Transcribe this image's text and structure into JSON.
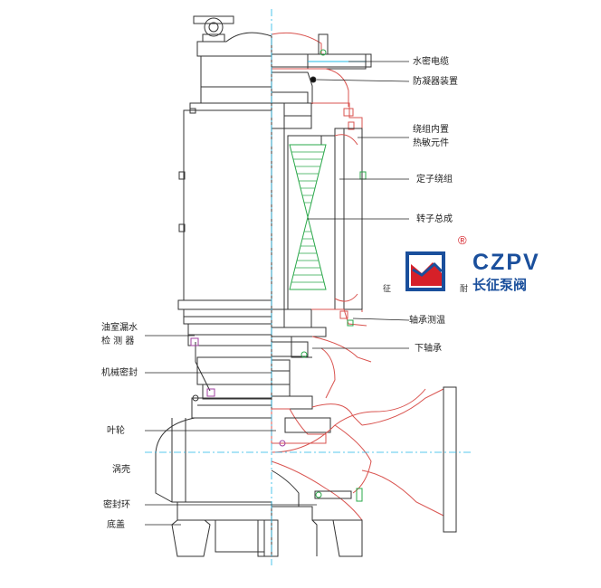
{
  "labels_right": [
    {
      "text": "水密电缆"
    },
    {
      "text": "防凝器装置"
    },
    {
      "text": "绕组内置"
    },
    {
      "text": "热敏元件"
    },
    {
      "text": "定子绕组"
    },
    {
      "text": "转子总成"
    },
    {
      "text": "轴承测温"
    },
    {
      "text": "下轴承"
    }
  ],
  "labels_left": [
    {
      "text": "油室漏水"
    },
    {
      "text": "检 测 器"
    },
    {
      "text": "机械密封"
    },
    {
      "text": "叶轮"
    },
    {
      "text": "涡壳"
    },
    {
      "text": "密封环"
    },
    {
      "text": "底盖"
    }
  ],
  "logo": {
    "brand_en": "CZPV",
    "brand_cn": "长征泵阀",
    "side_left": "征",
    "side_right": "耐",
    "registered": "®",
    "colors": {
      "brand": "#1a4f9c",
      "accent": "#d62028"
    }
  },
  "colors": {
    "line": "#333333",
    "section": "#d9534f",
    "center": "#22b8e6",
    "coil": "#2aa84a"
  }
}
